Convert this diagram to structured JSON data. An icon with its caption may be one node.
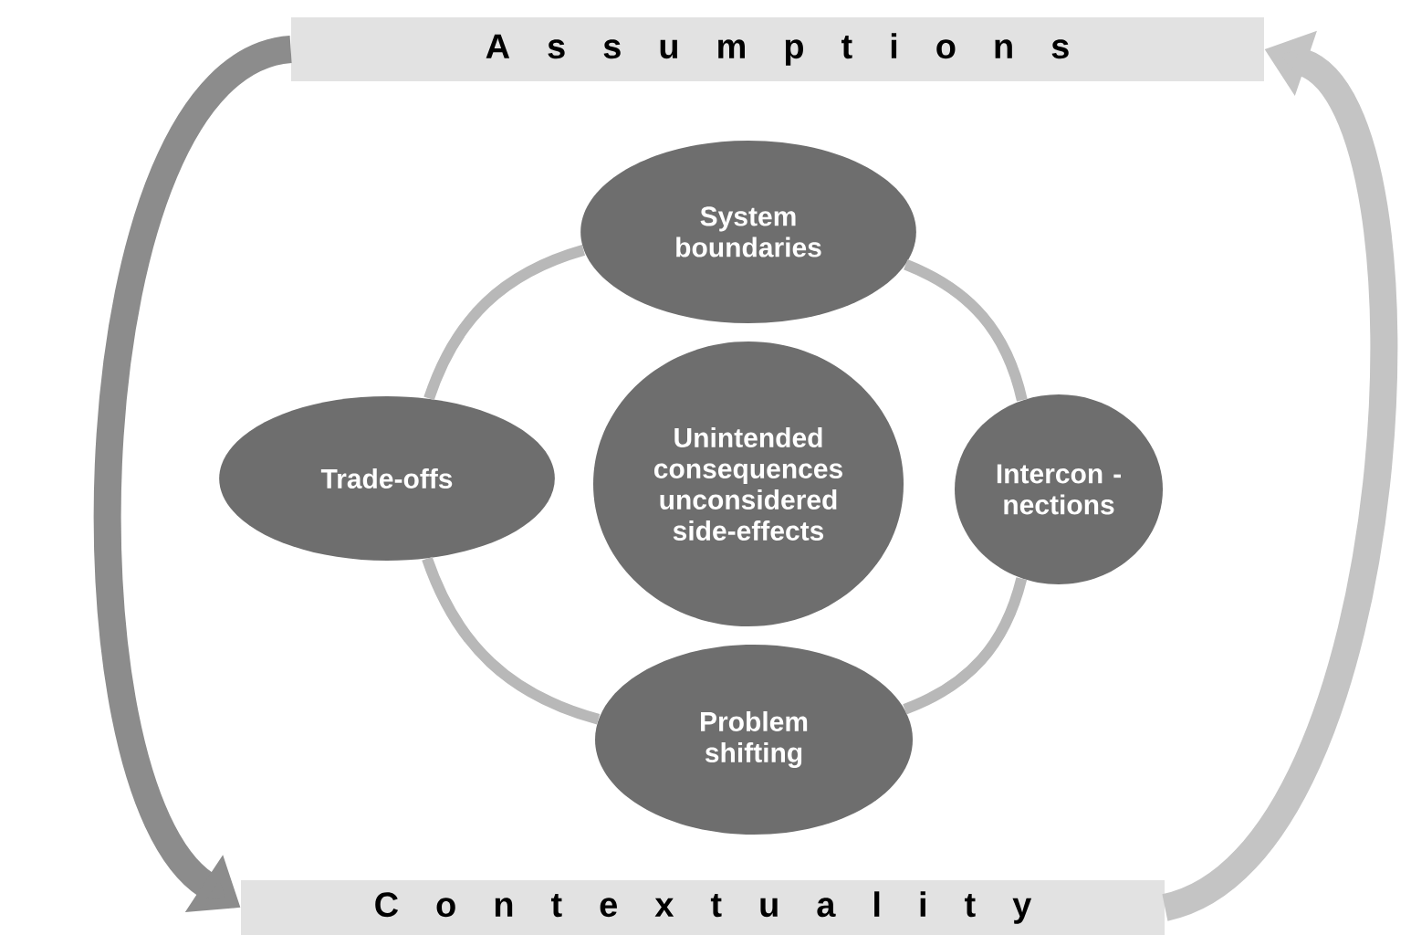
{
  "diagram": {
    "nodes": [
      {
        "text": [
          "A s s u m p t i o n s"
        ]
      },
      {
        "text": [
          "System boundaries"
        ]
      },
      {
        "text": [
          "Trade-offs"
        ]
      },
      {
        "text": [
          "Unintended consequences unconsidered side-effects"
        ]
      },
      {
        "text": [
          "Intercon - nections"
        ]
      },
      {
        "text": [
          "Problem shifting"
        ]
      },
      {
        "text": [
          "C o n t e x t u a l i t y"
        ]
      }
    ],
    "edges": [
      {
        "from": 1,
        "to": 4,
        "arrow": "none"
      },
      {
        "from": 4,
        "to": 5,
        "arrow": "none"
      },
      {
        "from": 5,
        "to": 2,
        "arrow": "none"
      },
      {
        "from": 2,
        "to": 1,
        "arrow": "none"
      },
      {
        "from": 0,
        "to": 6,
        "arrow": "to",
        "style": "thick",
        "color": "#8c8c8c"
      },
      {
        "from": 6,
        "to": 0,
        "arrow": "to",
        "style": "thick",
        "color": "#c4c4c4"
      }
    ]
  }
}
